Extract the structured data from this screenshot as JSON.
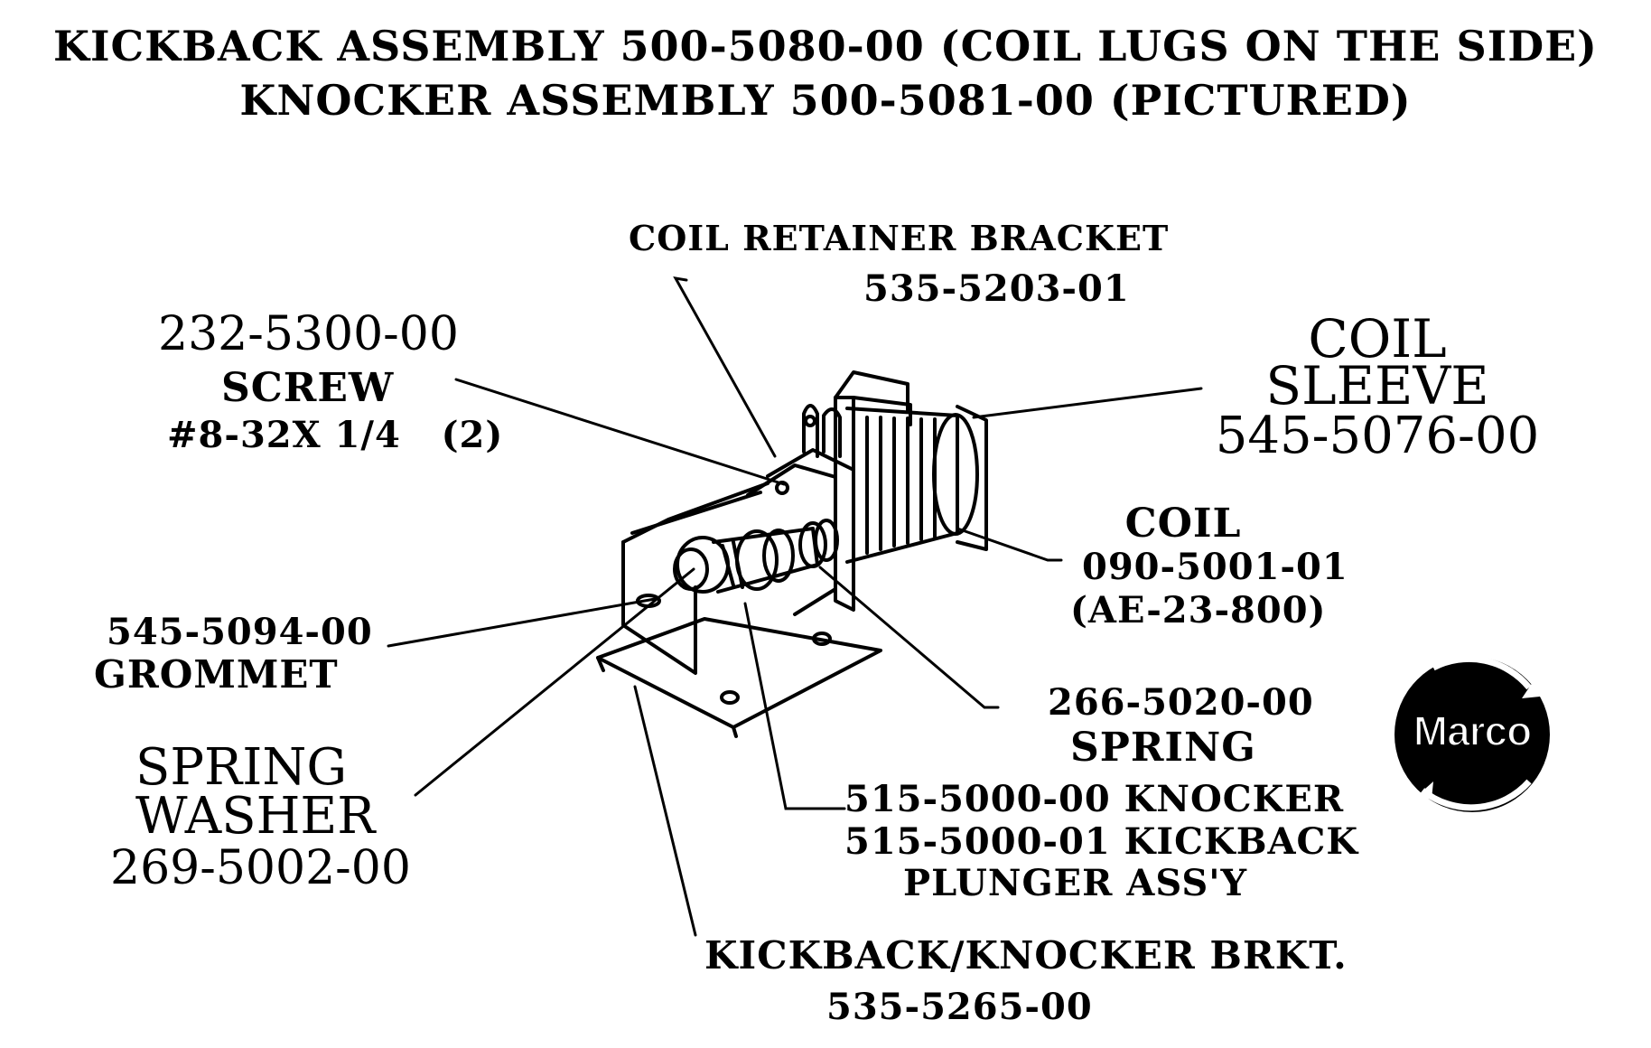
{
  "header": {
    "line1": "KICKBACK ASSEMBLY 500-5080-00 (COIL LUGS ON THE SIDE)",
    "line2": "KNOCKER ASSEMBLY 500-5081-00 (PICTURED)"
  },
  "callouts": {
    "coil_retainer_bracket": {
      "name": "COIL RETAINER BRACKET",
      "part": "535-5203-01"
    },
    "screw": {
      "part": "232-5300-00",
      "name": "SCREW",
      "spec": "#8-32X 1/4   (2)"
    },
    "coil_sleeve": {
      "name_line1": "COIL",
      "name_line2": "SLEEVE",
      "part": "545-5076-00"
    },
    "coil": {
      "name": "COIL",
      "part": "090-5001-01",
      "spec": "(AE-23-800)"
    },
    "grommet": {
      "part": "545-5094-00",
      "name": "GROMMET"
    },
    "spring_washer": {
      "name_line1": "SPRING",
      "name_line2": "WASHER",
      "part": "269-5002-00"
    },
    "spring": {
      "part": "266-5020-00",
      "name": "SPRING"
    },
    "plunger": {
      "line1": "515-5000-00 KNOCKER",
      "line2": "515-5000-01 KICKBACK",
      "line3": "PLUNGER ASS'Y"
    },
    "bracket": {
      "name": "KICKBACK/KNOCKER BRKT.",
      "part": "535-5265-00"
    }
  },
  "logo": {
    "text": "Marco",
    "colors": {
      "disc": "#000000",
      "text": "#ffffff"
    }
  }
}
